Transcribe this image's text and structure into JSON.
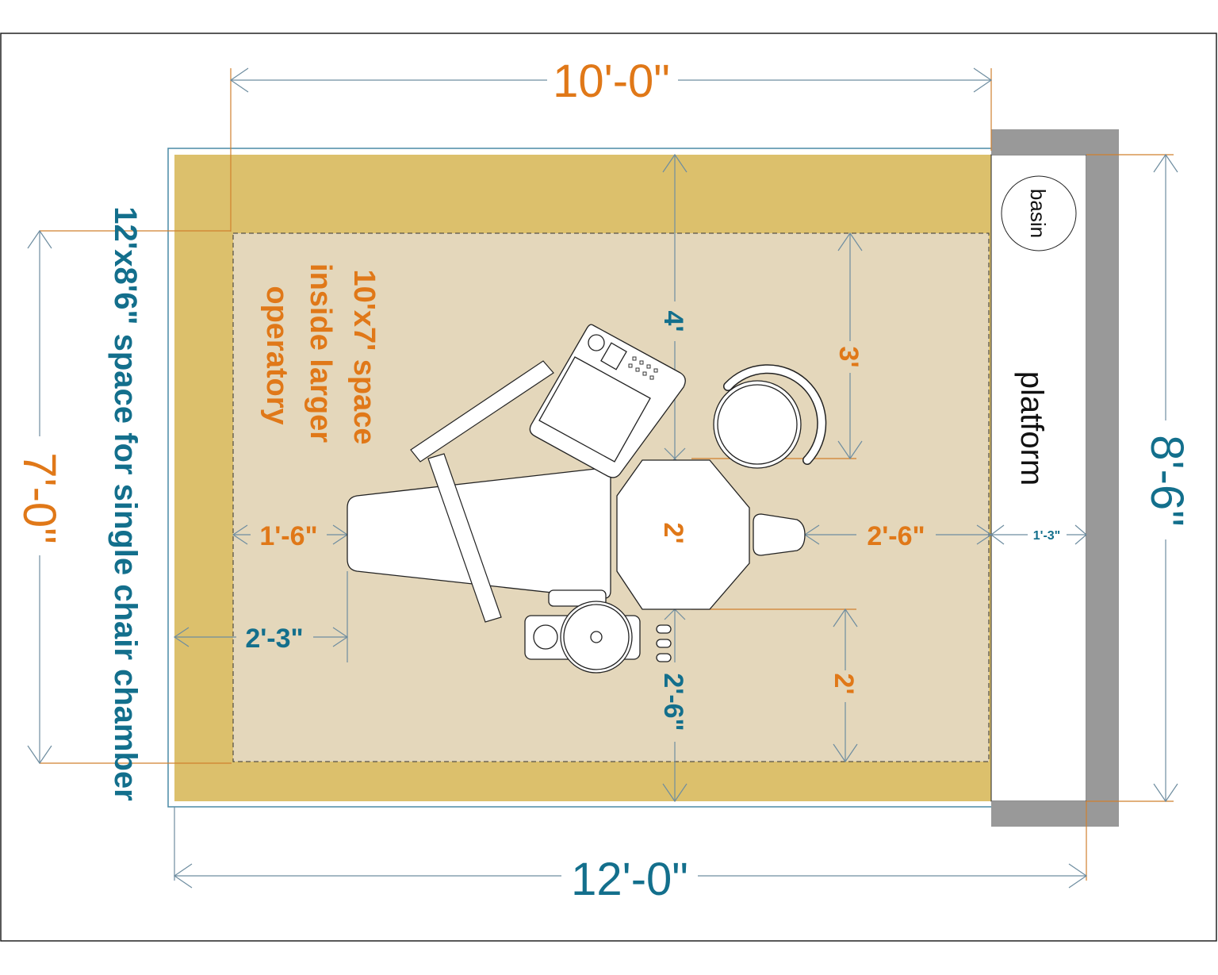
{
  "diagram": {
    "title": "Dental operatory floor plan for single-chair hyperbaric chamber space",
    "colors": {
      "outer_room": "#dcc06c",
      "inner_space": "#e4d7bb",
      "wall_gray": "#999999",
      "orange_dim": "#e07818",
      "teal_dim": "#136f8c",
      "dimension_line": "#6e8da0",
      "orange_line": "#d0802e"
    },
    "labels": {
      "top_width": "10'-0\"",
      "bottom_width": "12'-0\"",
      "left_height": "7'-0\"",
      "right_height": "8'-6\"",
      "outer_space_caption": "12'x8'6\" space for single chair chamber",
      "inner_space_caption_line1": "10'x7' space",
      "inner_space_caption_line2": "inside larger",
      "inner_space_caption_line3": "operatory",
      "dim_4ft": "4'",
      "dim_3ft": "3'",
      "dim_2ft_center": "2'",
      "dim_2ft_right": "2'",
      "dim_1_6": "1'-6\"",
      "dim_2_3": "2'-3\"",
      "dim_2_6_right": "2'-6\"",
      "dim_2_6_bottom": "2'-6\"",
      "dim_1_3": "1'-3\"",
      "basin": "basin",
      "platform": "platform"
    },
    "elements": [
      {
        "name": "outer-operatory",
        "type": "room",
        "size": "12'-0\" x 8'-6\""
      },
      {
        "name": "inner-chamber-space",
        "type": "dashed-area",
        "size": "10'-0\" x 7'-0\""
      },
      {
        "name": "dental-chair",
        "type": "furniture"
      },
      {
        "name": "delivery-unit",
        "type": "equipment"
      },
      {
        "name": "operator-stool",
        "type": "furniture"
      },
      {
        "name": "assistant-cart",
        "type": "equipment"
      },
      {
        "name": "basin",
        "type": "fixture"
      },
      {
        "name": "platform",
        "type": "area"
      }
    ]
  }
}
